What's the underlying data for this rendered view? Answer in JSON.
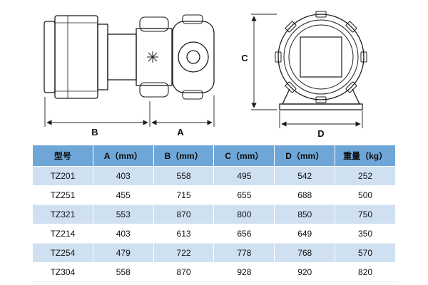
{
  "diagram": {
    "labels": {
      "A": "A",
      "B": "B",
      "C": "C",
      "D": "D"
    }
  },
  "table": {
    "headers": [
      "型号",
      "A（mm）",
      "B（mm）",
      "C（mm）",
      "D（mm）",
      "重量（kg）"
    ],
    "rows": [
      {
        "model": "TZ201",
        "a": "403",
        "b": "558",
        "c": "495",
        "d": "542",
        "weight": "252"
      },
      {
        "model": "TZ251",
        "a": "455",
        "b": "715",
        "c": "655",
        "d": "688",
        "weight": "500"
      },
      {
        "model": "TZ321",
        "a": "553",
        "b": "870",
        "c": "800",
        "d": "850",
        "weight": "750"
      },
      {
        "model": "TZ214",
        "a": "403",
        "b": "613",
        "c": "656",
        "d": "649",
        "weight": "350"
      },
      {
        "model": "TZ254",
        "a": "479",
        "b": "722",
        "c": "778",
        "d": "768",
        "weight": "570"
      },
      {
        "model": "TZ304",
        "a": "558",
        "b": "870",
        "c": "928",
        "d": "920",
        "weight": "820"
      }
    ],
    "colors": {
      "header_bg": "#6fa6d8",
      "row_alt_bg": "#cfe0f1",
      "row_bg": "#ffffff",
      "text": "#111111",
      "grid": "#ffffff"
    }
  }
}
